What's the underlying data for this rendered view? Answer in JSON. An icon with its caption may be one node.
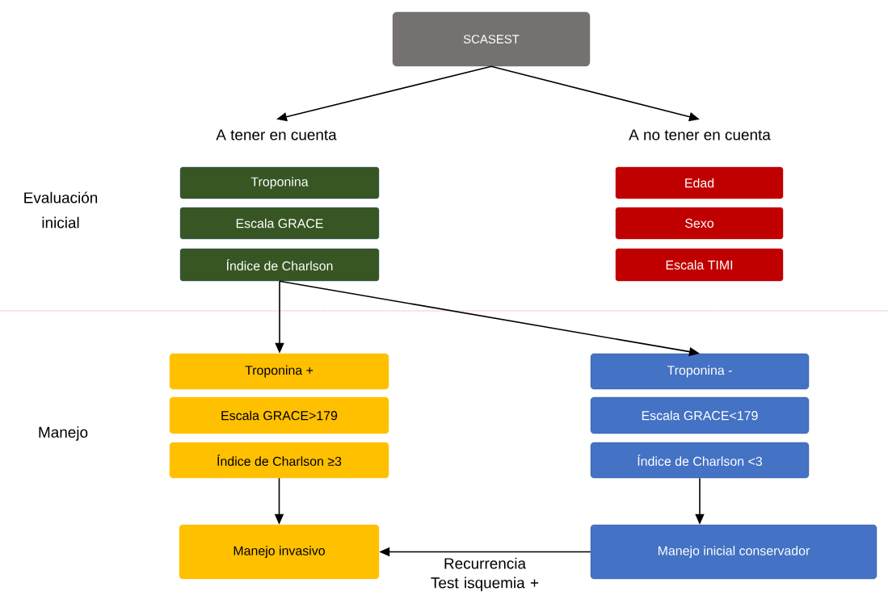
{
  "diagram": {
    "nodes": [
      {
        "text": [
          "SCASEST"
        ]
      },
      {
        "text": [
          "A tener en cuenta"
        ]
      },
      {
        "text": [
          "A no tener en cuenta"
        ]
      },
      {
        "text": [
          "Troponina"
        ]
      },
      {
        "text": [
          "Escala GRACE"
        ]
      },
      {
        "text": [
          "Índice de Charlson"
        ]
      },
      {
        "text": [
          "Edad"
        ]
      },
      {
        "text": [
          "Sexo"
        ]
      },
      {
        "text": [
          "Escala TIMI"
        ]
      },
      {
        "text": [
          "Troponina +"
        ]
      },
      {
        "text": [
          "Escala GRACE>179"
        ]
      },
      {
        "text": [
          "Índice de Charlson ≥3"
        ]
      },
      {
        "text": [
          "Troponina -"
        ]
      },
      {
        "text": [
          "Escala GRACE<179"
        ]
      },
      {
        "text": [
          "Índice de Charlson <3"
        ]
      },
      {
        "text": [
          "Manejo invasivo"
        ]
      },
      {
        "text": [
          "Manejo inicial conservador"
        ]
      }
    ],
    "edges": [
      {
        "from": 0,
        "to": 1,
        "arrow": "to"
      },
      {
        "from": 0,
        "to": 2,
        "arrow": "to"
      },
      {
        "from": 5,
        "to": 9,
        "arrow": "to"
      },
      {
        "from": 5,
        "to": 12,
        "arrow": "to"
      },
      {
        "from": 11,
        "to": 15,
        "arrow": "to"
      },
      {
        "from": 14,
        "to": 16,
        "arrow": "to"
      },
      {
        "from": 16,
        "to": 15,
        "arrow": "to",
        "label": "Recurrencia Test isquemia +"
      }
    ],
    "labels": [
      "Evaluación inicial",
      "Manejo"
    ]
  }
}
